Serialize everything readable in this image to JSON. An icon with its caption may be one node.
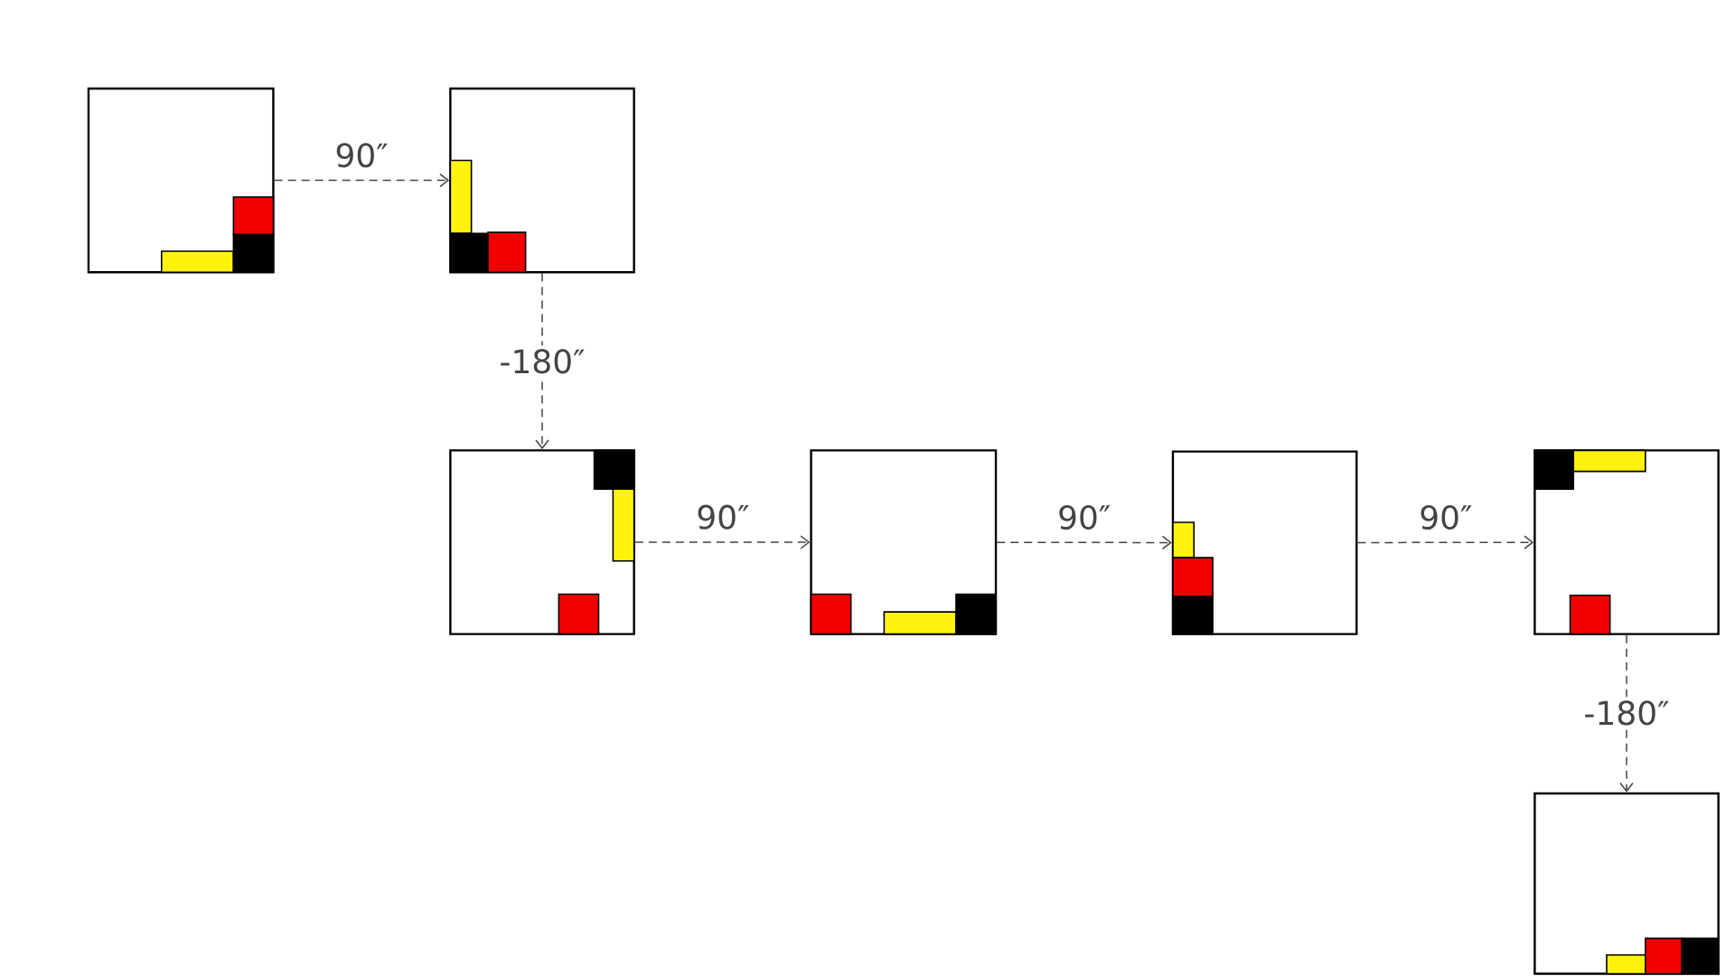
{
  "diagram": {
    "nodes": [
      {
        "text": [],
        "shape": "box"
      },
      {
        "text": [],
        "shape": "box"
      },
      {
        "text": [],
        "shape": "box"
      },
      {
        "text": [],
        "shape": "box"
      },
      {
        "text": [],
        "shape": "box"
      },
      {
        "text": [],
        "shape": "box"
      },
      {
        "text": [],
        "shape": "box"
      }
    ],
    "edges": [
      {
        "from": 0,
        "to": 1,
        "arrow": "to",
        "label": "90″",
        "style": "dashed"
      },
      {
        "from": 1,
        "to": 2,
        "arrow": "to",
        "label": "-180″",
        "style": "dashed"
      },
      {
        "from": 2,
        "to": 3,
        "arrow": "to",
        "label": "90″",
        "style": "dashed"
      },
      {
        "from": 3,
        "to": 4,
        "arrow": "to",
        "label": "90″",
        "style": "dashed"
      },
      {
        "from": 4,
        "to": 5,
        "arrow": "to",
        "label": "90″",
        "style": "dashed"
      },
      {
        "from": 5,
        "to": 6,
        "arrow": "to",
        "label": "-180″",
        "style": "dashed"
      }
    ]
  }
}
